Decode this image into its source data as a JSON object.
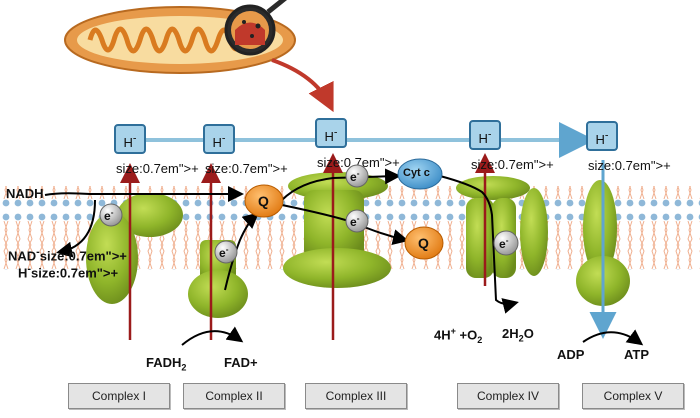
{
  "proton_label": "H+",
  "electron_label": "e-",
  "substrates": {
    "nadh": "NADH",
    "nad": "NAD+",
    "h": "H+",
    "fadh2": "FADH2",
    "fad": "FAD+",
    "complex4_in": "4H+ +O2",
    "complex4_out": "2H2O",
    "adp": "ADP",
    "atp": "ATP"
  },
  "carriers": {
    "q": "Q",
    "cyt_c": "Cyt c"
  },
  "complexes": [
    "Complex I",
    "Complex II",
    "Complex III",
    "Complex IV",
    "Complex V"
  ],
  "colors": {
    "protein": "#8fb52a",
    "proton_box": "#a9d3ea",
    "proton_flow": "#8fc2dc",
    "proton_arrow": "#9b1b1b",
    "q": "#f08a1c",
    "cyt_c": "#5aa9d9",
    "mitochondrion": "#e79a4a"
  }
}
